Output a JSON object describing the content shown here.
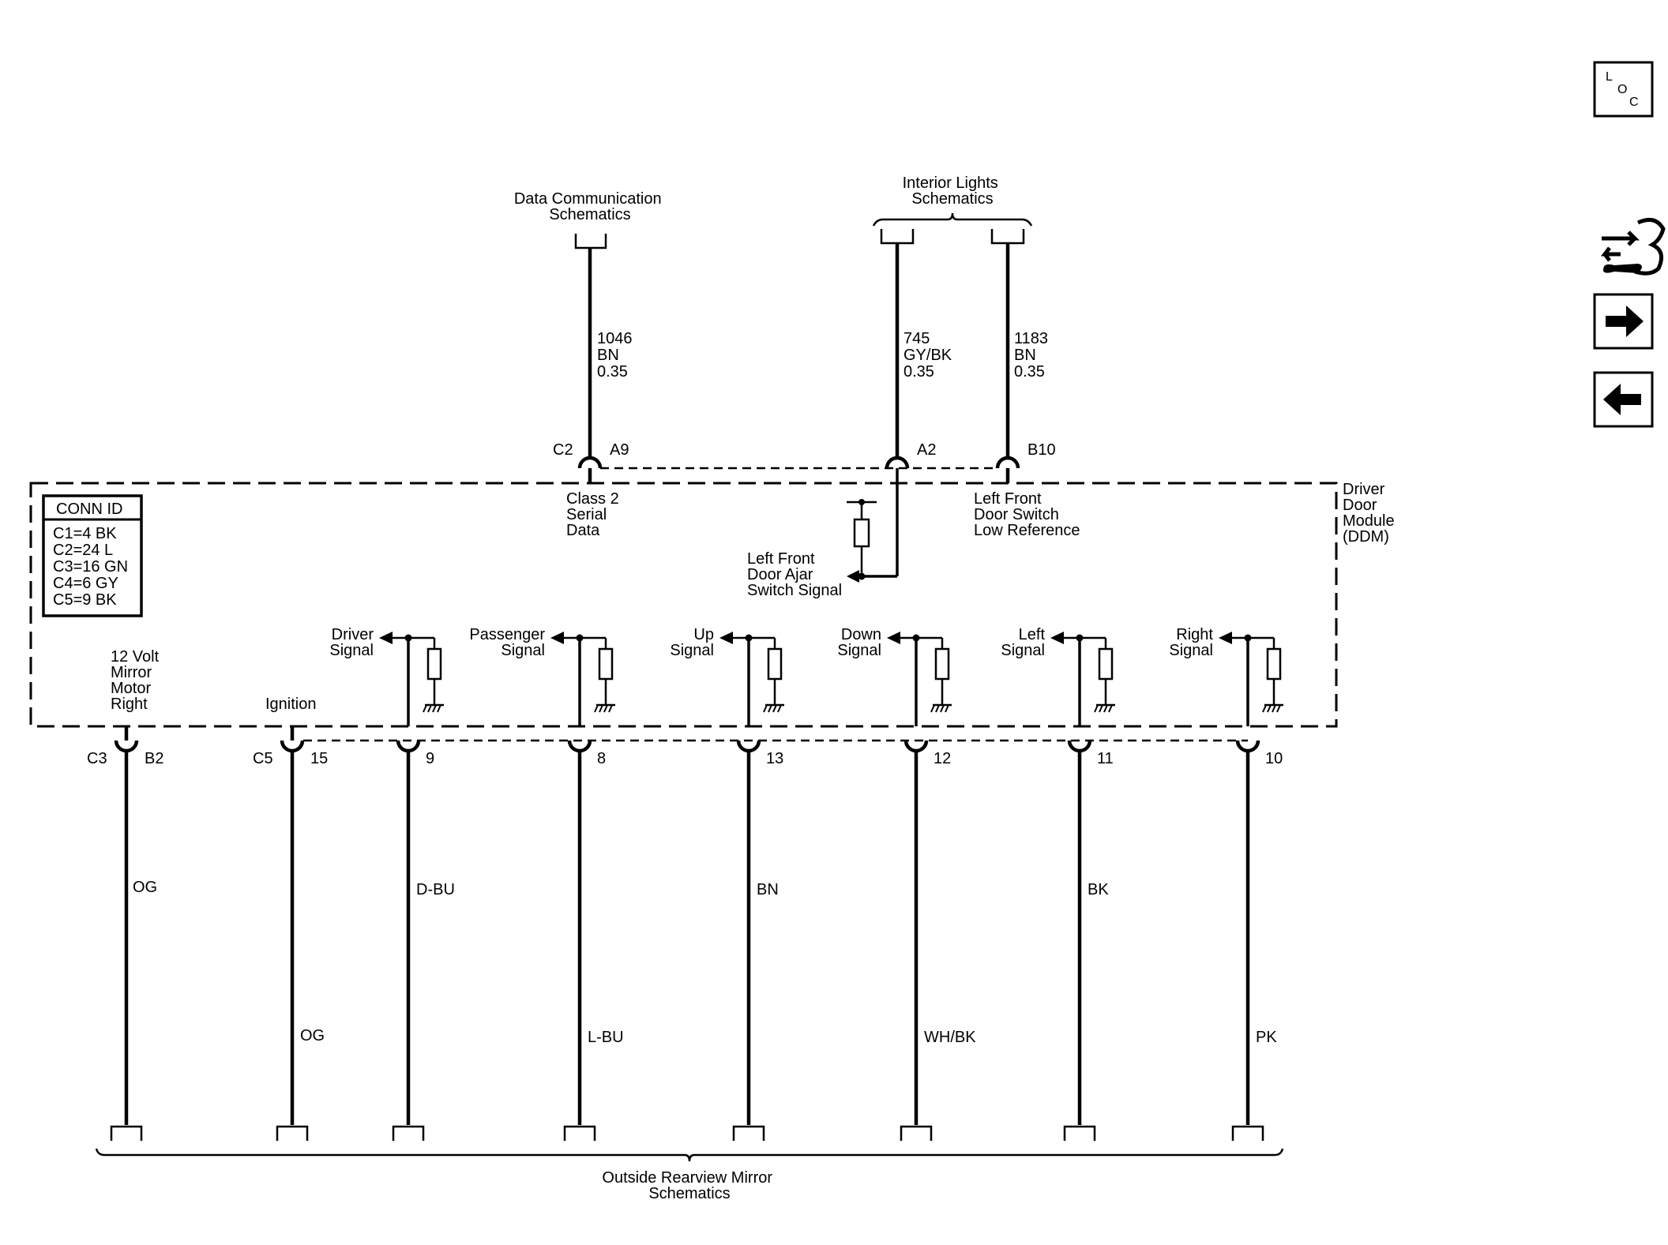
{
  "module": {
    "name_lines": [
      "Driver",
      "Door",
      "Module",
      "(DDM)"
    ]
  },
  "conn_id": {
    "title": "CONN ID",
    "rows": [
      "C1=4 BK",
      "C2=24 L",
      "C3=16 GN",
      "C4=6 GY",
      "C5=9 BK"
    ]
  },
  "top": {
    "data_comm": {
      "label_lines": [
        "Data Communication",
        "Schematics"
      ],
      "circuit_lines": [
        "1046",
        "BN",
        "0.35"
      ],
      "connector": "C2",
      "pin": "A9",
      "func_lines": [
        "Class 2",
        "Serial",
        "Data"
      ]
    },
    "interior_lights": {
      "label_lines": [
        "Interior Lights",
        "Schematics"
      ],
      "wire_a": {
        "circuit_lines": [
          "745",
          "GY/BK",
          "0.35"
        ],
        "pin": "A2",
        "func_lines": [
          "Left Front",
          "Door Ajar",
          "Switch Signal"
        ]
      },
      "wire_b": {
        "circuit_lines": [
          "1183",
          "BN",
          "0.35"
        ],
        "pin": "B10",
        "func_lines": [
          "Left Front",
          "Door Switch",
          "Low Reference"
        ]
      }
    }
  },
  "bottom": {
    "label_lines": [
      "Outside Rearview Mirror",
      "Schematics"
    ],
    "wires": [
      {
        "id": "mirror-motor-right",
        "func_lines": [
          "12 Volt",
          "Mirror",
          "Motor",
          "Right"
        ],
        "connector": "C3",
        "pin": "B2",
        "color": "OG"
      },
      {
        "id": "ignition",
        "func_lines": [
          "Ignition"
        ],
        "connector": "C5",
        "pin": "15",
        "color": "OG"
      },
      {
        "id": "driver-signal",
        "func_lines": [
          "Driver",
          "Signal"
        ],
        "connector": "",
        "pin": "9",
        "color": "D-BU"
      },
      {
        "id": "passenger-signal",
        "func_lines": [
          "Passenger",
          "Signal"
        ],
        "connector": "",
        "pin": "8",
        "color": "L-BU"
      },
      {
        "id": "up-signal",
        "func_lines": [
          "Up",
          "Signal"
        ],
        "connector": "",
        "pin": "13",
        "color": "BN"
      },
      {
        "id": "down-signal",
        "func_lines": [
          "Down",
          "Signal"
        ],
        "connector": "",
        "pin": "12",
        "color": "WH/BK"
      },
      {
        "id": "left-signal",
        "func_lines": [
          "Left",
          "Signal"
        ],
        "connector": "",
        "pin": "11",
        "color": "BK"
      },
      {
        "id": "right-signal",
        "func_lines": [
          "Right",
          "Signal"
        ],
        "connector": "",
        "pin": "10",
        "color": "PK"
      }
    ]
  },
  "nav": {
    "loc_letters": [
      "L",
      "O",
      "C"
    ],
    "icons": [
      "harness-wrench-icon",
      "arrow-right-icon",
      "arrow-left-icon"
    ]
  }
}
